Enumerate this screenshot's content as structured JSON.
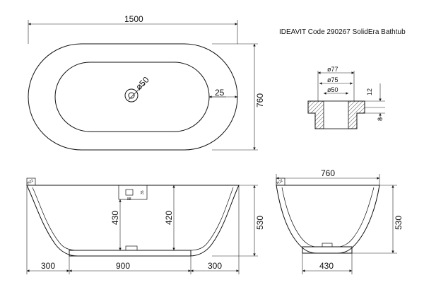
{
  "title": "IDEAVIT Code 290267 SolidEra Bathtub",
  "top_view": {
    "width": "1500",
    "depth": "760",
    "drain": "ø50",
    "rim": "25"
  },
  "drain_detail": {
    "d1": "ø77",
    "d2": "ø75",
    "d3": "ø50",
    "h1": "12",
    "h2": "8"
  },
  "front_view": {
    "corner": "R22",
    "height": "530",
    "inner_h1": "430",
    "inner_h2": "420",
    "base_left": "300",
    "base_mid": "900",
    "base_right": "300",
    "small_a": "88",
    "small_b": "35"
  },
  "side_view": {
    "corner": "R22",
    "width": "760",
    "height": "530",
    "base": "430"
  },
  "colors": {
    "line": "#111111",
    "hatch": "#555555"
  }
}
